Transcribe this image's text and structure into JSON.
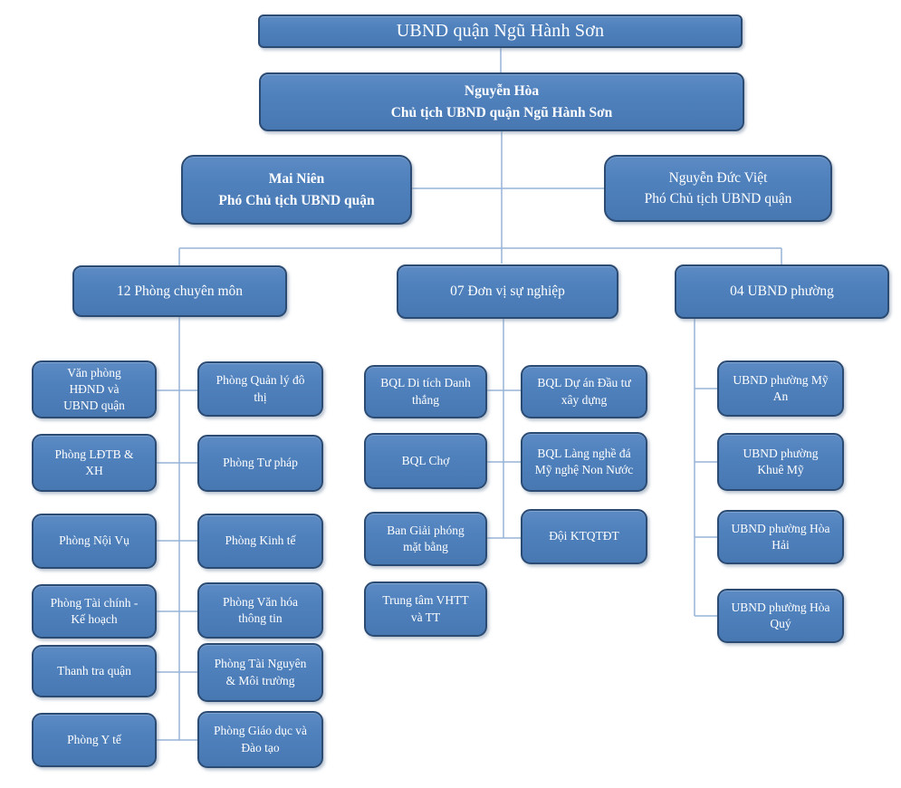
{
  "root_title": "UBND quận Ngũ Hành Sơn",
  "chairman": {
    "name": "Nguyễn Hòa",
    "role": "Chủ tịch UBND quận Ngũ Hành Sơn"
  },
  "deputies": [
    {
      "name": "Mai Niên",
      "role": "Phó Chủ tịch UBND quận"
    },
    {
      "name": "Nguyễn Đức Việt",
      "role": "Phó Chủ tịch UBND quận"
    }
  ],
  "groups": [
    {
      "label": "12 Phòng chuyên môn",
      "items": [
        "Văn phòng HĐND và UBND quận",
        "Phòng Quản lý đô thị",
        "Phòng LĐTB & XH",
        "Phòng Tư pháp",
        "Phòng Nội Vụ",
        "Phòng Kinh tế",
        "Phòng Tài chính - Kế hoạch",
        "Phòng Văn hóa thông tin",
        "Thanh tra quận",
        "Phòng Tài Nguyên & Môi trường",
        "Phòng Y tế",
        "Phòng Giáo dục và Đào tạo"
      ]
    },
    {
      "label": "07 Đơn vị sự nghiệp",
      "items": [
        "BQL Di tích Danh thắng",
        "BQL Dự án Đầu tư xây dựng",
        "BQL Chợ",
        "BQL Làng nghề đá Mỹ nghệ Non Nước",
        "Ban Giải phóng mặt bằng",
        "Đội KTQTĐT",
        "Trung tâm VHTT và TT"
      ]
    },
    {
      "label": "04 UBND phường",
      "items": [
        "UBND phường Mỹ An",
        "UBND phường Khuê Mỹ",
        "UBND phường Hòa Hải",
        "UBND phường Hòa Quý"
      ]
    }
  ],
  "colors": {
    "box_fill": "#4f81bd",
    "box_border": "#2b4b73",
    "connector": "#95b3d7",
    "text": "#ffffff",
    "background": "#ffffff"
  }
}
